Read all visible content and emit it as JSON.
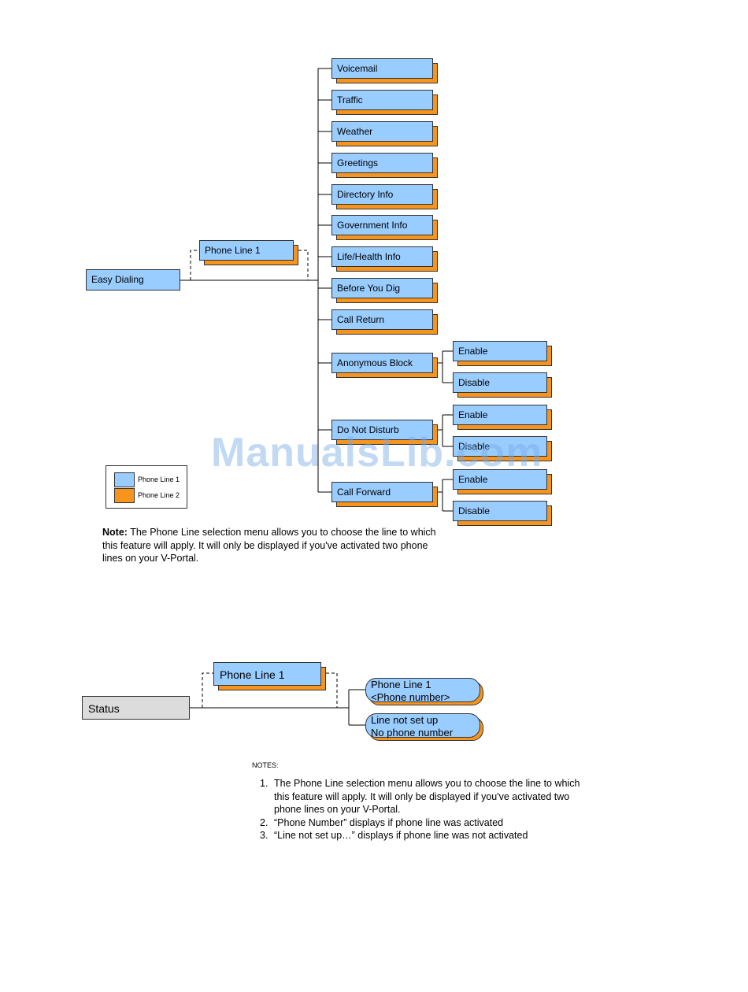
{
  "diagram1": {
    "root": "Easy Dialing",
    "phone_line_selector": "Phone Line 1",
    "menu_items": [
      "Voicemail",
      "Traffic",
      "Weather",
      "Greetings",
      "Directory Info",
      "Government Info",
      "Life/Health Info",
      "Before You Dig",
      "Call Return",
      "Anonymous Block",
      "Do Not Disturb",
      "Call Forward"
    ],
    "sub_options": {
      "anonymous_block": [
        "Enable",
        "Disable"
      ],
      "do_not_disturb": [
        "Enable",
        "Disable"
      ],
      "call_forward": [
        "Enable",
        "Disable"
      ]
    },
    "legend": [
      {
        "label": "Phone Line 1",
        "color": "#99ccff"
      },
      {
        "label": "Phone Line 2",
        "color": "#f7941d"
      }
    ],
    "note_label": "Note:",
    "note_text": " The Phone Line selection menu allows you to choose the line to which this feature will apply. It will only be displayed if you've activated two phone lines on your V-Portal."
  },
  "diagram2": {
    "root": "Status",
    "phone_line_selector": "Phone Line 1",
    "results": [
      {
        "line1": "Phone Line 1",
        "line2": "<Phone number>"
      },
      {
        "line1": "Line not set up",
        "line2": "No phone number"
      }
    ],
    "notes_title": "NOTES:",
    "notes": [
      {
        "num": "1.",
        "text": "The Phone Line selection menu allows you to choose the line to which this feature will apply. It will only be displayed if you've activated two phone lines on your V-Portal."
      },
      {
        "num": "2.",
        "text": "“Phone Number” displays if phone line was activated"
      },
      {
        "num": "3.",
        "text": "“Line not set up…” displays if phone line was not activated"
      }
    ]
  },
  "watermark": "ManualsLib.com",
  "colors": {
    "primary_box": "#99ccff",
    "secondary_box": "#f7941d",
    "status_box": "#dcdcdc"
  }
}
